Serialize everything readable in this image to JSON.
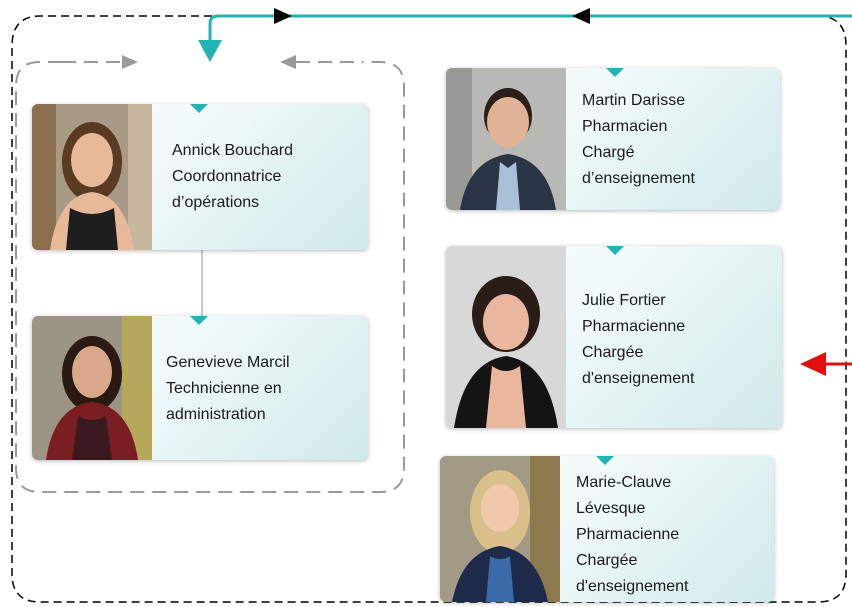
{
  "colors": {
    "teal": "#22b3b3",
    "red": "#e01010",
    "gray_dash": "#9a9a9a",
    "black_dash": "#000000",
    "connector": "#c8c8c8"
  },
  "people": [
    {
      "id": "annick",
      "name": "Annick Bouchard",
      "title_lines": [
        "Coordonnatrice",
        "d’opérations"
      ]
    },
    {
      "id": "genevieve",
      "name": "Genevieve Marcil",
      "title_lines": [
        "Technicienne en",
        "administration"
      ]
    },
    {
      "id": "martin",
      "name": "Martin Darisse",
      "title_lines": [
        "Pharmacien",
        "Chargé",
        "d’enseignement"
      ]
    },
    {
      "id": "julie",
      "name": "Julie Fortier",
      "title_lines": [
        "Pharmacienne",
        "Chargée",
        "d'enseignement"
      ]
    },
    {
      "id": "marie",
      "name": "Marie-Clauve",
      "title_lines": [
        "Lévesque",
        "Pharmacienne",
        "Chargée",
        "d'enseignement"
      ]
    }
  ]
}
